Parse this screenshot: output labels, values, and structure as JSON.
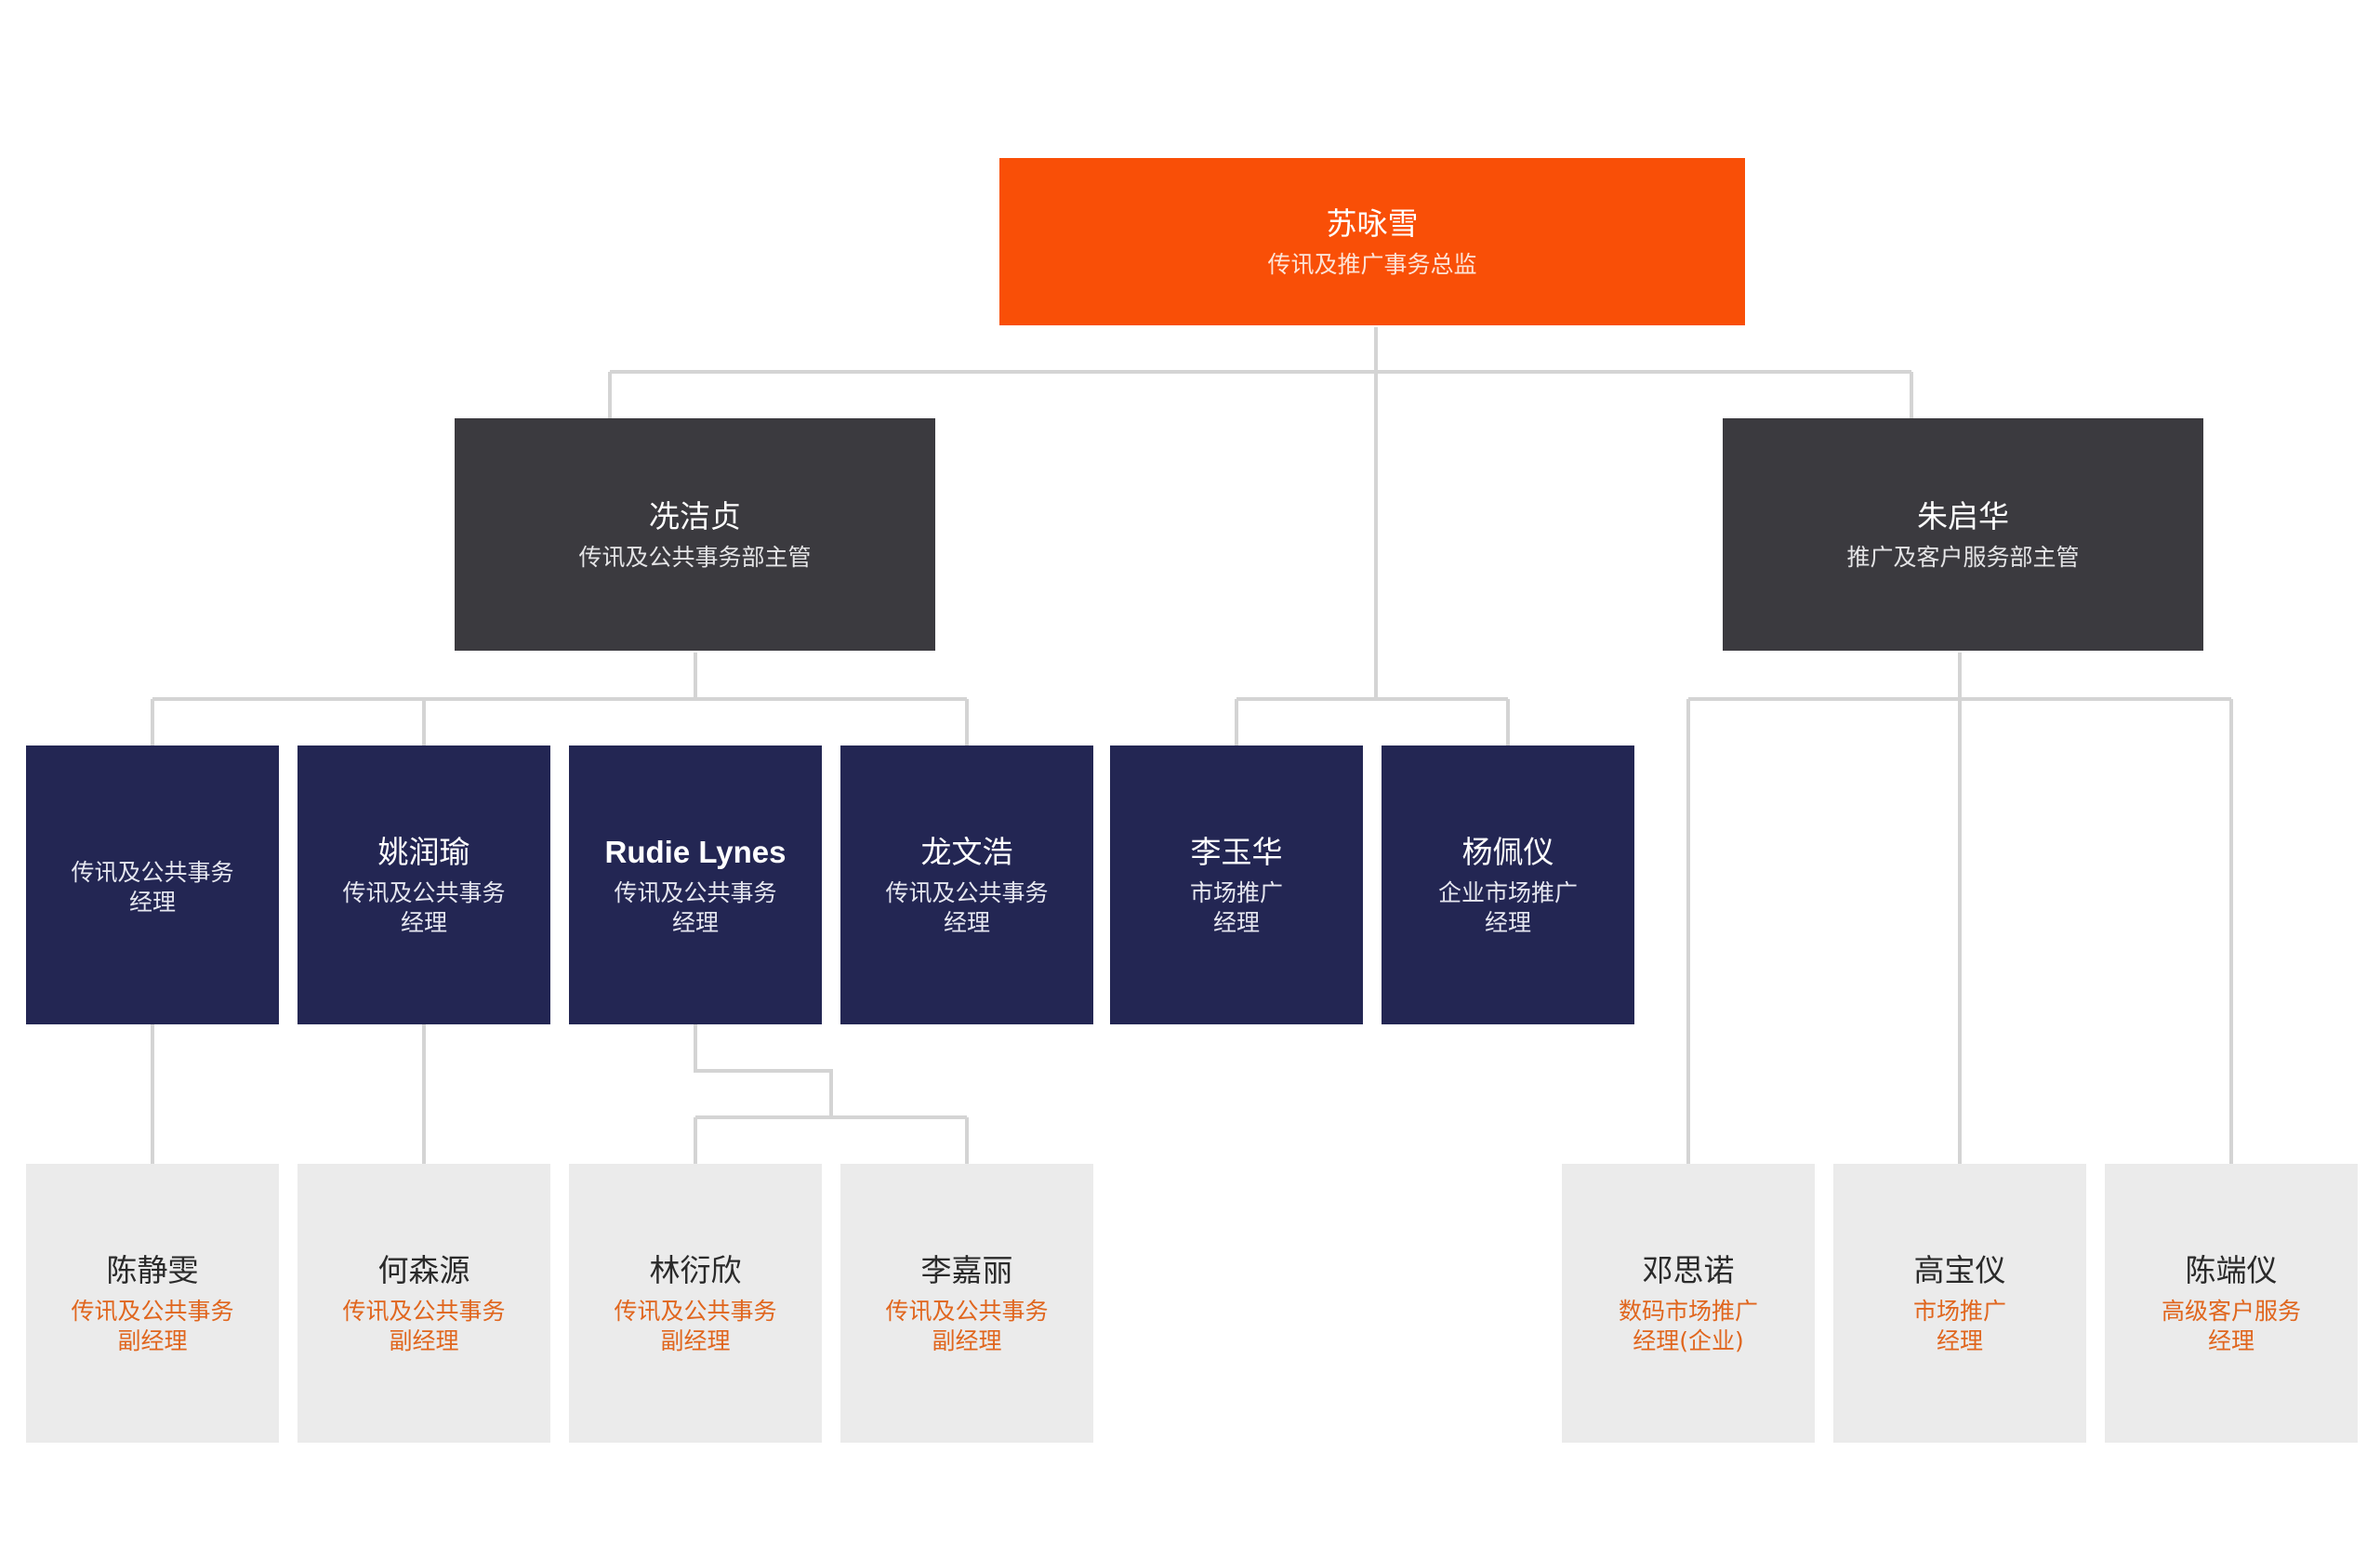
{
  "colors": {
    "director": "#f94f07",
    "head": "#3b3a3f",
    "manager": "#232653",
    "deputy": "#ebebeb",
    "deputy_title": "#e0661e",
    "connector": "#d4d4d4"
  },
  "org_chart": {
    "director": {
      "name": "苏咏雪",
      "title": [
        "传讯及推广事务总监"
      ]
    },
    "heads": [
      {
        "name": "冼洁贞",
        "title": [
          "传讯及公共事务部主管"
        ]
      },
      {
        "name": "朱启华",
        "title": [
          "推广及客户服务部主管"
        ]
      }
    ],
    "managers": [
      {
        "name": "",
        "title": [
          "传讯及公共事务",
          "经理"
        ]
      },
      {
        "name": "姚润瑜",
        "title": [
          "传讯及公共事务",
          "经理"
        ]
      },
      {
        "name": "Rudie Lynes",
        "title": [
          "传讯及公共事务",
          "经理"
        ]
      },
      {
        "name": "龙文浩",
        "title": [
          "传讯及公共事务",
          "经理"
        ]
      },
      {
        "name": "李玉华",
        "title": [
          "市场推广",
          "经理"
        ]
      },
      {
        "name": "杨佩仪",
        "title": [
          "企业市场推广",
          "经理"
        ]
      }
    ],
    "deputies": [
      {
        "name": "陈静雯",
        "title": [
          "传讯及公共事务",
          "副经理"
        ]
      },
      {
        "name": "何森源",
        "title": [
          "传讯及公共事务",
          "副经理"
        ]
      },
      {
        "name": "林衍欣",
        "title": [
          "传讯及公共事务",
          "副经理"
        ]
      },
      {
        "name": "李嘉丽",
        "title": [
          "传讯及公共事务",
          "副经理"
        ]
      }
    ],
    "marketing_staff": [
      {
        "name": "邓思诺",
        "title": [
          "数码市场推广",
          "经理(企业)"
        ]
      },
      {
        "name": "高宝仪",
        "title": [
          "市场推广",
          "经理"
        ]
      },
      {
        "name": "陈端仪",
        "title": [
          "高级客户服务",
          "经理"
        ]
      }
    ]
  }
}
